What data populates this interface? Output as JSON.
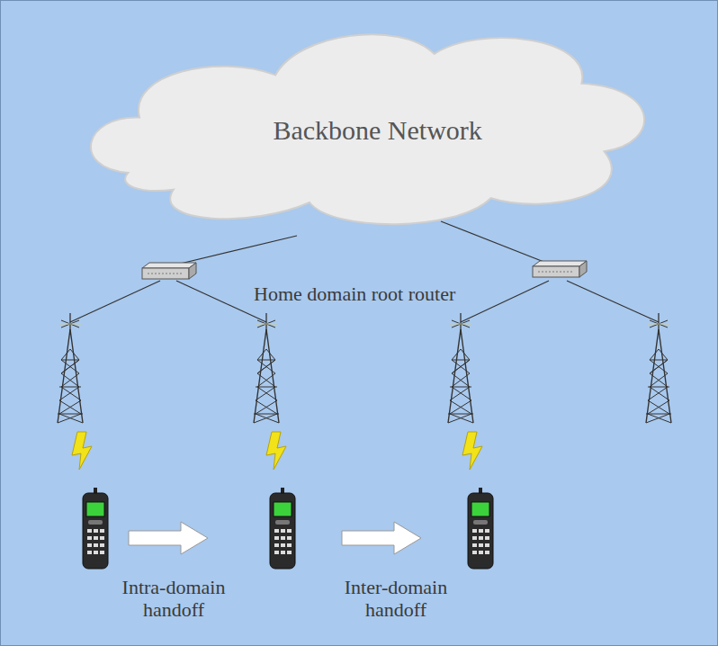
{
  "diagram": {
    "nodes": [
      {
        "text": [
          "Backbone Network"
        ]
      }
    ],
    "labels": [
      "Home domain root router",
      "Intra-domain handoff",
      "Inter-domain handoff"
    ]
  }
}
